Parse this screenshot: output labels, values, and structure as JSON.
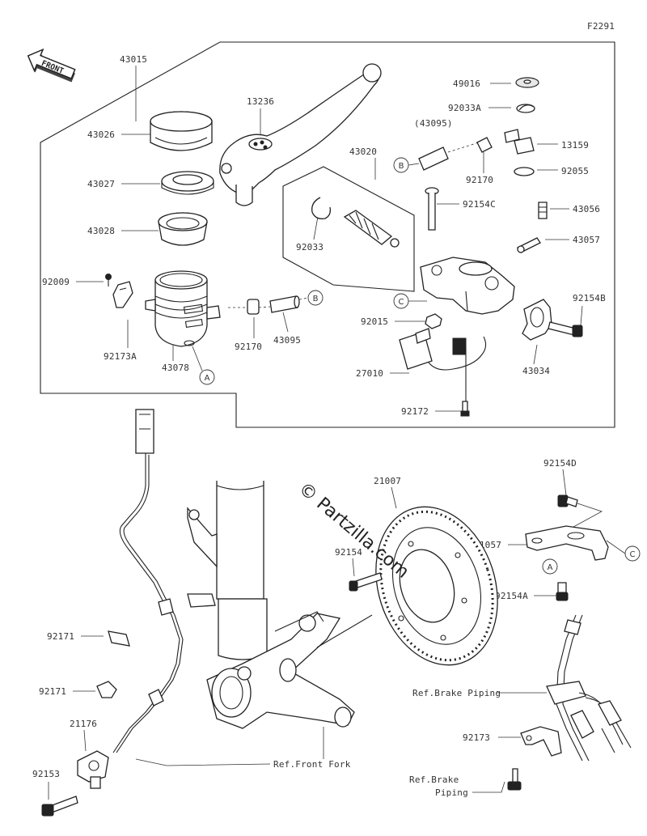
{
  "figure_code": "F2291",
  "front_label": "FRONT",
  "watermark": "© Partzilla.com",
  "parts": {
    "p43015": "43015",
    "p43026": "43026",
    "p43027": "43027",
    "p43028": "43028",
    "p92009": "92009",
    "p92173A": "92173A",
    "p43078": "43078",
    "p92170a": "92170",
    "p43095a": "43095",
    "p13236": "13236",
    "p92033": "92033",
    "p43020": "43020",
    "p43095b": "(43095)",
    "p92170b": "92170",
    "p49016": "49016",
    "p92033A": "92033A",
    "p13159": "13159",
    "p92055": "92055",
    "p92154C": "92154C",
    "p43056": "43056",
    "p43057": "43057",
    "p92154B": "92154B",
    "p92015": "92015",
    "p43034": "43034",
    "p27010": "27010",
    "p92172": "92172",
    "p92154D": "92154D",
    "p21007": "21007",
    "p11057": "11057",
    "p92154": "92154",
    "p92154A": "92154A",
    "p92171a": "92171",
    "p92171b": "92171",
    "p21176": "21176",
    "p92153": "92153",
    "p92173": "92173"
  },
  "refs": {
    "brake_piping_1": "Ref.Brake Piping",
    "brake_piping_2a": "Ref.Brake",
    "brake_piping_2b": "Piping",
    "front_fork": "Ref.Front Fork"
  },
  "callouts": {
    "A": "A",
    "B": "B",
    "C": "C"
  }
}
